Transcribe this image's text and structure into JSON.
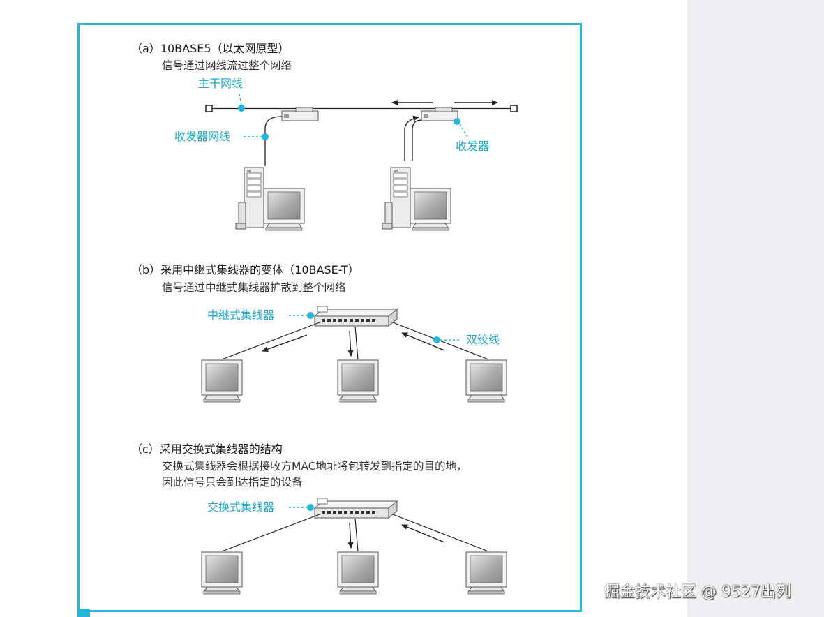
{
  "section_a": {
    "title": "（a）10BASE5（以太网原型）",
    "desc": "信号通过网线流过整个网络",
    "label_trunk": "主干网线",
    "label_transceiver_cable": "收发器网线",
    "label_transceiver": "收发器"
  },
  "section_b": {
    "title": "（b）采用中继式集线器的变体（10BASE-T）",
    "desc": "信号通过中继式集线器扩散到整个网络",
    "label_hub": "中继式集线器",
    "label_twisted_pair": "双绞线"
  },
  "section_c": {
    "title": "（c）采用交换式集线器的结构",
    "desc_line1": "交换式集线器会根据接收方MAC地址将包转发到指定的目的地，",
    "desc_line2": "因此信号只会到达指定的设备",
    "label_switch": "交换式集线器"
  },
  "watermark": "掘金技术社区 @ 9527出列",
  "colors": {
    "accent": "#27b5d9",
    "label": "#1da9cf",
    "sidebar": "#efeff1"
  }
}
